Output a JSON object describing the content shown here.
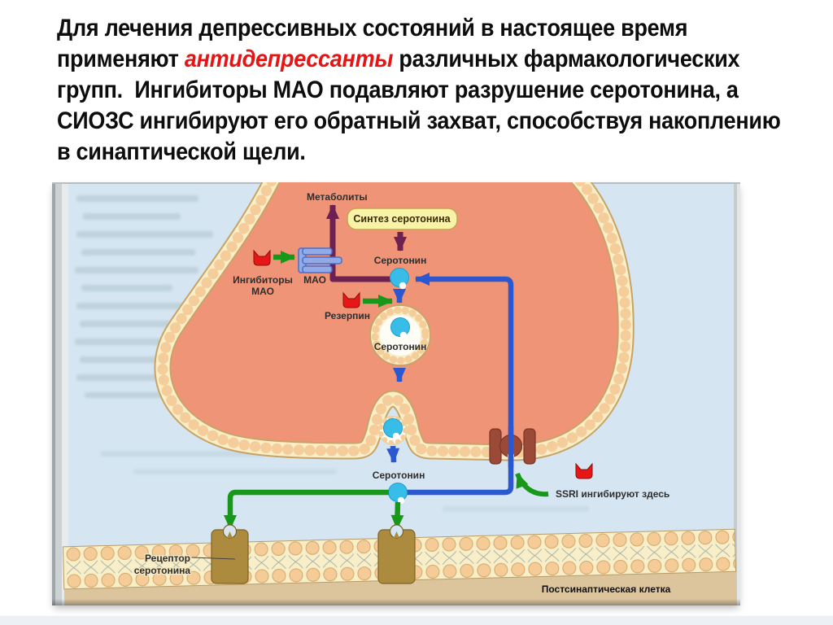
{
  "heading": {
    "line1": "Для лечения депрессивных состояний в настоящее время",
    "line2_pre": "применяют ",
    "line2_red": "антидепрессанты",
    "line2_post": " различных фармакологических",
    "line3": "групп.  Ингибиторы МАО подавляют разрушение серотонина, а",
    "line4": "СИОЗС ингибируют его обратный захват, способствуя накоплению",
    "line5": "в синаптической щели.",
    "accent_color": "#e51515"
  },
  "diagram": {
    "labels": {
      "metabolites": "Метаболиты",
      "synthesis_box": "Синтез серотонина",
      "serotonin_top": "Серотонин",
      "mao": "МАО",
      "mao_inhibitors_l1": "Ингибиторы",
      "mao_inhibitors_l2": "МАО",
      "reserpine": "Резерпин",
      "serotonin_vesicle": "Серотонин",
      "serotonin_cleft": "Серотонин",
      "ssri_note": "SSRI ингибируют здесь",
      "receptor_l1": "Рецептор",
      "receptor_l2": "серотонина",
      "postsynaptic_cell": "Постсинаптическая клетка"
    },
    "colors": {
      "panel_bg": "#d5e6f2",
      "terminal_fill": "#f09478",
      "membrane_cream": "#f8eec8",
      "membrane_bead": "#f4cd9a",
      "membrane_edge": "#c9a366",
      "serotonin_molecule": "#38bde8",
      "arrow_purple": "#6d2150",
      "arrow_blue": "#2b57d0",
      "arrow_green": "#189818",
      "drug_red": "#e81717",
      "mao_enzyme": "#92aae6",
      "receptor_gold": "#ad8b3e",
      "transporter_maroon": "#9c4a38",
      "postsyn_cell_tan": "#dcc49c",
      "synthesis_box_fill": "#f8f3a6"
    }
  }
}
